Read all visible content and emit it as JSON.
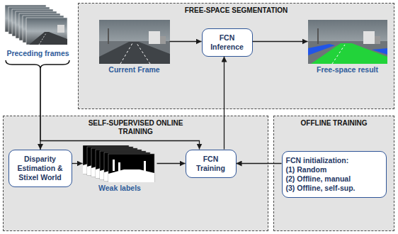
{
  "diagram": {
    "nodes": [
      {
        "text": [
          "Preceding frames"
        ]
      },
      {
        "text": [
          "FREE-SPACE SEGMENTATION"
        ]
      },
      {
        "text": [
          "Current Frame"
        ],
        "in": 1
      },
      {
        "text": [
          "FCN Inference"
        ],
        "in": 1
      },
      {
        "text": [
          "Free-space result"
        ],
        "in": 1
      },
      {
        "text": [
          "SELF-SUPERVISED ONLINE TRAINING"
        ]
      },
      {
        "text": [
          "Disparity Estimation & Stixel World"
        ],
        "in": 5
      },
      {
        "text": [
          "Weak labels"
        ],
        "in": 5
      },
      {
        "text": [
          "FCN Training"
        ],
        "in": 5
      },
      {
        "text": [
          "OFFLINE TRAINING"
        ]
      },
      {
        "text": [
          "FCN initialization:",
          "(1) Random",
          "(2) Offline, manual",
          "(3) Offline, self-sup."
        ],
        "in": 9
      }
    ],
    "edges": [
      {
        "from": 2,
        "to": 3,
        "arrow": "to"
      },
      {
        "from": 3,
        "to": 4,
        "arrow": "to"
      },
      {
        "from": 0,
        "to": 6,
        "arrow": "to"
      },
      {
        "from": 0,
        "to": 8,
        "arrow": "to"
      },
      {
        "from": 6,
        "to": 7,
        "arrow": "to"
      },
      {
        "from": 7,
        "to": 8,
        "arrow": "to"
      },
      {
        "from": 8,
        "to": 3,
        "arrow": "to"
      },
      {
        "from": 10,
        "to": 8,
        "arrow": "to"
      }
    ]
  }
}
